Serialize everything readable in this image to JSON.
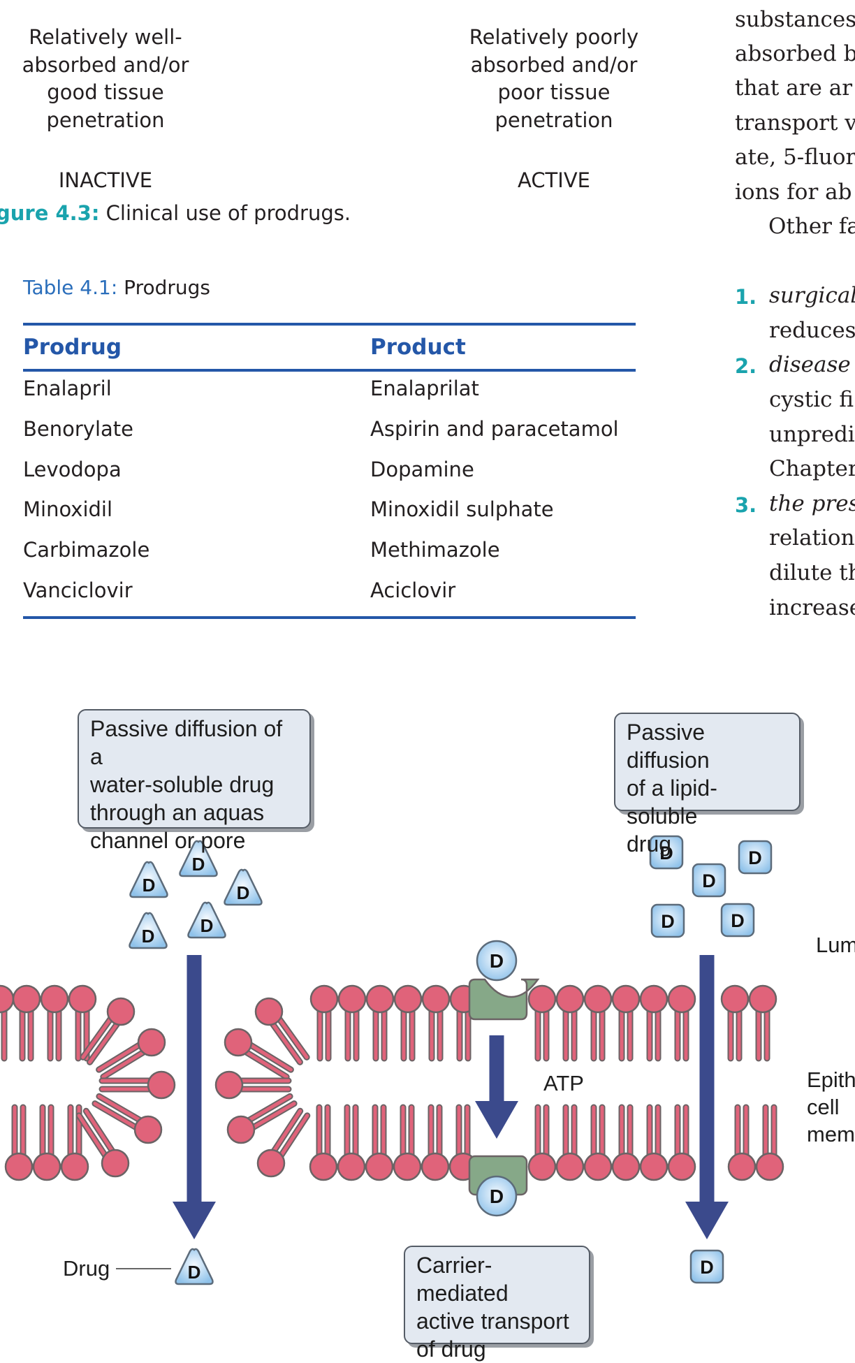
{
  "figure_4_3": {
    "left_label_lines": [
      "Relatively well-",
      "absorbed and/or",
      "good tissue",
      "penetration"
    ],
    "right_label_lines": [
      "Relatively poorly",
      "absorbed and/or",
      "poor tissue",
      "penetration"
    ],
    "left_state": "INACTIVE",
    "right_state": "ACTIVE",
    "caption_number": "gure 4.3:",
    "caption_text": " Clinical use of prodrugs."
  },
  "table_4_1": {
    "title_number": "Table 4.1:",
    "title_text": " Prodrugs",
    "columns": [
      "Prodrug",
      "Product"
    ],
    "rows": [
      [
        "Enalapril",
        "Enalaprilat"
      ],
      [
        "Benorylate",
        "Aspirin and paracetamol"
      ],
      [
        "Levodopa",
        "Dopamine"
      ],
      [
        "Minoxidil",
        "Minoxidil sulphate"
      ],
      [
        "Carbimazole",
        "Methimazole"
      ],
      [
        "Vanciclovir",
        "Aciclovir"
      ]
    ]
  },
  "body_text": {
    "lines": [
      "substances",
      "absorbed b",
      "that are ar",
      "transport v",
      "ate, 5-fluor",
      "ions for ab",
      "Other fa"
    ],
    "list": [
      {
        "number": "1.",
        "lines": [
          {
            "text": "surgical",
            "italic": true
          },
          {
            "text": "reduces",
            "italic": false
          }
        ]
      },
      {
        "number": "2.",
        "lines": [
          {
            "text": "disease c",
            "italic": true
          },
          {
            "text": "cystic fi",
            "italic": false
          },
          {
            "text": "unpredi",
            "italic": false
          },
          {
            "text": "Chapter",
            "italic": false
          }
        ]
      },
      {
        "number": "3.",
        "lines": [
          {
            "text": "the prese",
            "italic": true
          },
          {
            "text": "relation",
            "italic": false
          },
          {
            "text": "dilute th",
            "italic": false
          },
          {
            "text": "increase",
            "italic": false
          }
        ]
      }
    ]
  },
  "diagram": {
    "callouts": {
      "water_soluble": "Passive diffusion of a water-soluble drug through an aquas channel or pore",
      "water_soluble_lines": [
        "Passive diffusion of a",
        "water-soluble drug",
        "through an aquas",
        "channel or pore"
      ],
      "lipid_soluble_lines": [
        "Passive diffusion",
        "of a lipid-soluble",
        "drug"
      ],
      "carrier_lines": [
        "Carrier-mediated",
        "active transport",
        "of drug"
      ]
    },
    "drug_symbol": "D",
    "labels": {
      "drug": "Drug",
      "atp": "ATP",
      "lumen": "Lum",
      "membrane_lines": [
        "Epith",
        "cell",
        "mem"
      ]
    },
    "colors": {
      "lipid_head": "#e0637a",
      "lipid_stroke": "#6b6365",
      "arrow": "#3b4a8c",
      "carrier": "#86a888",
      "drug_fill": "#b9d9f2",
      "callout_bg": "#e3e9f1",
      "teal_accent": "#1aa3ad",
      "table_blue": "#2457a8"
    }
  }
}
